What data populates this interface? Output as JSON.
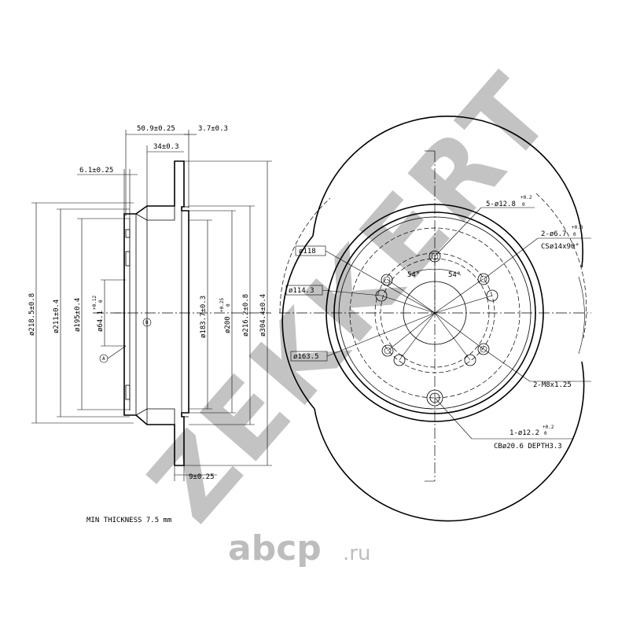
{
  "watermark": {
    "brand_text": "ZEKKERT",
    "color": "#b9b9b9"
  },
  "logo": {
    "text": "abcp",
    "suffix": ".ru",
    "color": "#bdbdbd"
  },
  "notes": {
    "min_thickness": "MIN THICKNESS 7.5 mm"
  },
  "side_view": {
    "dims": {
      "overall_width": "50.9±0.25",
      "flange_thickness": "3.7±0.3",
      "hat_depth": "34±0.3",
      "hat_wall": "6.1±0.25",
      "disc_thickness": "9±0.25",
      "d_218": "ø218.5±0.8",
      "d_211": "ø211±0.4",
      "d_195": "ø195±0.4",
      "d_64": "ø64.1",
      "d_64_tol": "+0.12",
      "d_64_tol_low": "0",
      "d_183": "ø183.7±0.3",
      "d_200": "ø200",
      "d_200_tol": "+0.25",
      "d_200_tol_low": "0",
      "d_216": "ø216.2±0.8",
      "d_304": "ø304.4±0.4"
    },
    "markers": {
      "a": "A",
      "b": "B"
    }
  },
  "front_view": {
    "labels": {
      "d118": "ø118",
      "d114": "ø114.3",
      "d163": "ø163.5",
      "angle_left": "54°",
      "angle_right": "54°",
      "holes_5": "5-ø12.8",
      "holes_5_tol": "+0.2",
      "holes_5_tol_low": "0",
      "holes_2": "2-ø6.7",
      "holes_2_tol": "+0.3",
      "holes_2_tol_low": "0",
      "csk": "CSø14x90°",
      "threads": "2-M8x1.25",
      "hole_1": "1-ø12.2",
      "hole_1_tol": "+0.2",
      "hole_1_tol_low": "0",
      "cb": "CBø20.6 DEPTH3.3"
    }
  }
}
